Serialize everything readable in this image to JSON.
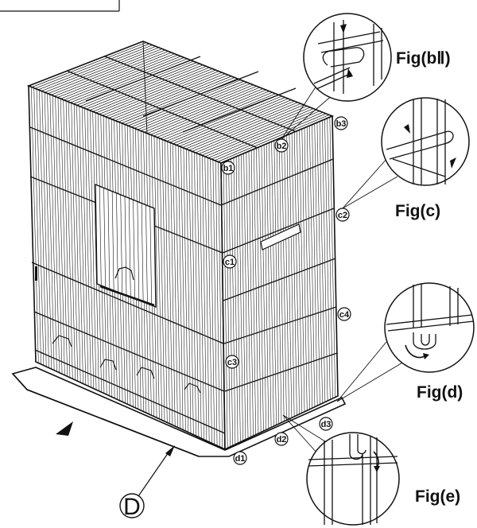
{
  "figure_labels": {
    "b2": "Fig(bⅡ)",
    "c": "Fig(c)",
    "d": "Fig(d)",
    "e": "Fig(e)"
  },
  "points": {
    "b1": "b1",
    "b2": "b2",
    "b3": "b3",
    "c1": "c1",
    "c2": "c2",
    "c3": "c3",
    "c4": "c4",
    "d1": "d1",
    "d2": "d2",
    "d3": "d3"
  },
  "tray_label": "D"
}
